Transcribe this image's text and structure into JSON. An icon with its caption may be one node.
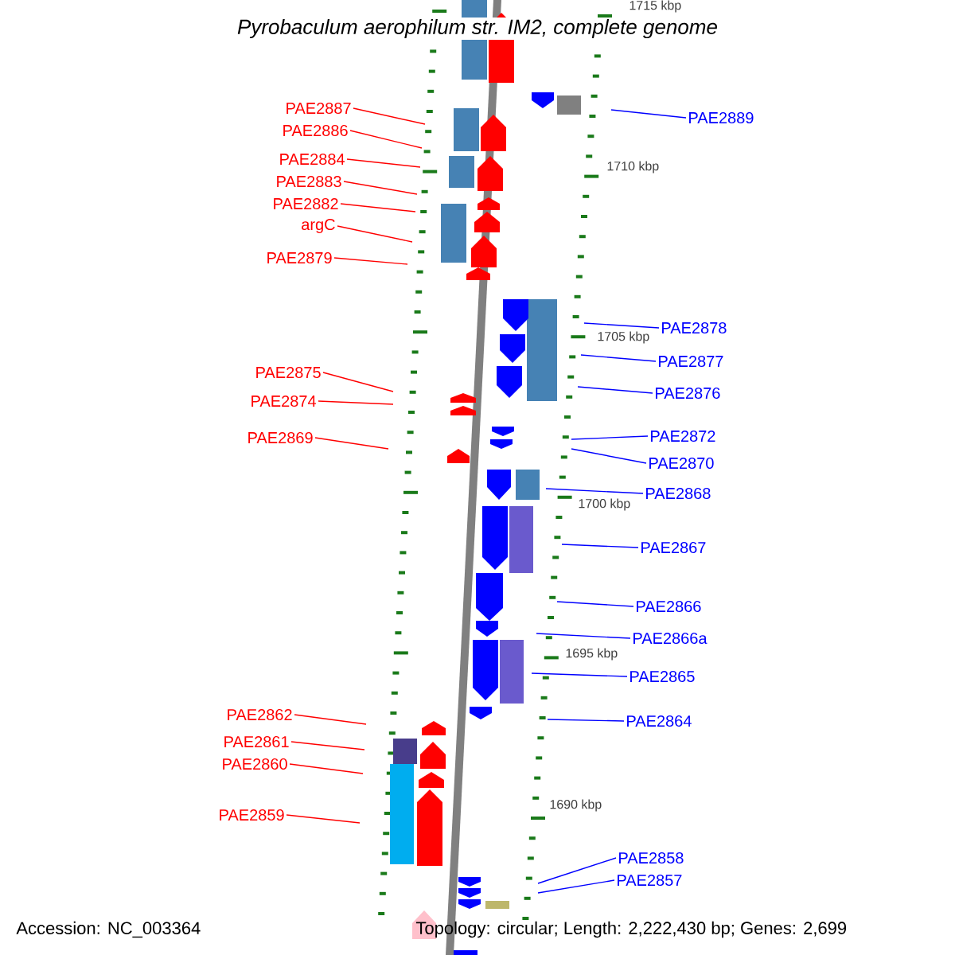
{
  "diagram": {
    "title": "Pyrobaculum aerophilum str. IM2, complete genome",
    "nodes": [
      {
        "text": [
          "PAE2887"
        ]
      },
      {
        "text": [
          "PAE2886"
        ]
      },
      {
        "text": [
          "PAE2884"
        ]
      },
      {
        "text": [
          "PAE2883"
        ]
      },
      {
        "text": [
          "PAE2882"
        ]
      },
      {
        "text": [
          "argC"
        ]
      },
      {
        "text": [
          "PAE2879"
        ]
      },
      {
        "text": [
          "PAE2875"
        ]
      },
      {
        "text": [
          "PAE2874"
        ]
      },
      {
        "text": [
          "PAE2869"
        ]
      },
      {
        "text": [
          "PAE2862"
        ]
      },
      {
        "text": [
          "PAE2861"
        ]
      },
      {
        "text": [
          "PAE2860"
        ]
      },
      {
        "text": [
          "PAE2859"
        ]
      },
      {
        "text": [
          "PAE2889"
        ]
      },
      {
        "text": [
          "PAE2878"
        ]
      },
      {
        "text": [
          "PAE2877"
        ]
      },
      {
        "text": [
          "PAE2876"
        ]
      },
      {
        "text": [
          "PAE2872"
        ]
      },
      {
        "text": [
          "PAE2870"
        ]
      },
      {
        "text": [
          "PAE2868"
        ]
      },
      {
        "text": [
          "PAE2867"
        ]
      },
      {
        "text": [
          "PAE2866"
        ]
      },
      {
        "text": [
          "PAE2866a"
        ]
      },
      {
        "text": [
          "PAE2865"
        ]
      },
      {
        "text": [
          "PAE2864"
        ]
      },
      {
        "text": [
          "PAE2858"
        ]
      },
      {
        "text": [
          "PAE2857"
        ]
      }
    ],
    "edges": [
      {
        "from": 0,
        "to": null,
        "arrow": "none",
        "color": "#ff0000"
      },
      {
        "from": 1,
        "to": null,
        "arrow": "none",
        "color": "#ff0000"
      },
      {
        "from": 2,
        "to": null,
        "arrow": "none",
        "color": "#ff0000"
      },
      {
        "from": 3,
        "to": null,
        "arrow": "none",
        "color": "#ff0000"
      },
      {
        "from": 4,
        "to": null,
        "arrow": "none",
        "color": "#ff0000"
      },
      {
        "from": 5,
        "to": null,
        "arrow": "none",
        "color": "#ff0000"
      },
      {
        "from": 6,
        "to": null,
        "arrow": "none",
        "color": "#ff0000"
      },
      {
        "from": 7,
        "to": null,
        "arrow": "none",
        "color": "#ff0000"
      },
      {
        "from": 8,
        "to": null,
        "arrow": "none",
        "color": "#ff0000"
      },
      {
        "from": 9,
        "to": null,
        "arrow": "none",
        "color": "#ff0000"
      },
      {
        "from": 10,
        "to": null,
        "arrow": "none",
        "color": "#ff0000"
      },
      {
        "from": 11,
        "to": null,
        "arrow": "none",
        "color": "#ff0000"
      },
      {
        "from": 12,
        "to": null,
        "arrow": "none",
        "color": "#ff0000"
      },
      {
        "from": 13,
        "to": null,
        "arrow": "none",
        "color": "#ff0000"
      },
      {
        "from": 14,
        "to": null,
        "arrow": "none",
        "color": "#0000ff"
      },
      {
        "from": 15,
        "to": null,
        "arrow": "none",
        "color": "#0000ff"
      },
      {
        "from": 16,
        "to": null,
        "arrow": "none",
        "color": "#0000ff"
      },
      {
        "from": 17,
        "to": null,
        "arrow": "none",
        "color": "#0000ff"
      },
      {
        "from": 18,
        "to": null,
        "arrow": "none",
        "color": "#0000ff"
      },
      {
        "from": 19,
        "to": null,
        "arrow": "none",
        "color": "#0000ff"
      },
      {
        "from": 20,
        "to": null,
        "arrow": "none",
        "color": "#0000ff"
      },
      {
        "from": 21,
        "to": null,
        "arrow": "none",
        "color": "#0000ff"
      },
      {
        "from": 22,
        "to": null,
        "arrow": "none",
        "color": "#0000ff"
      },
      {
        "from": 23,
        "to": null,
        "arrow": "none",
        "color": "#0000ff"
      },
      {
        "from": 24,
        "to": null,
        "arrow": "none",
        "color": "#0000ff"
      },
      {
        "from": 25,
        "to": null,
        "arrow": "none",
        "color": "#0000ff"
      },
      {
        "from": 26,
        "to": null,
        "arrow": "none",
        "color": "#0000ff"
      },
      {
        "from": 27,
        "to": null,
        "arrow": "none",
        "color": "#0000ff"
      }
    ],
    "labels": [
      "1715 kbp",
      "1710 kbp",
      "1705 kbp",
      "1700 kbp",
      "1695 kbp",
      "1690 kbp",
      "Accession: NC_003364",
      "Topology: circular; Length: 2,222,430 bp; Genes: 2,699"
    ]
  }
}
